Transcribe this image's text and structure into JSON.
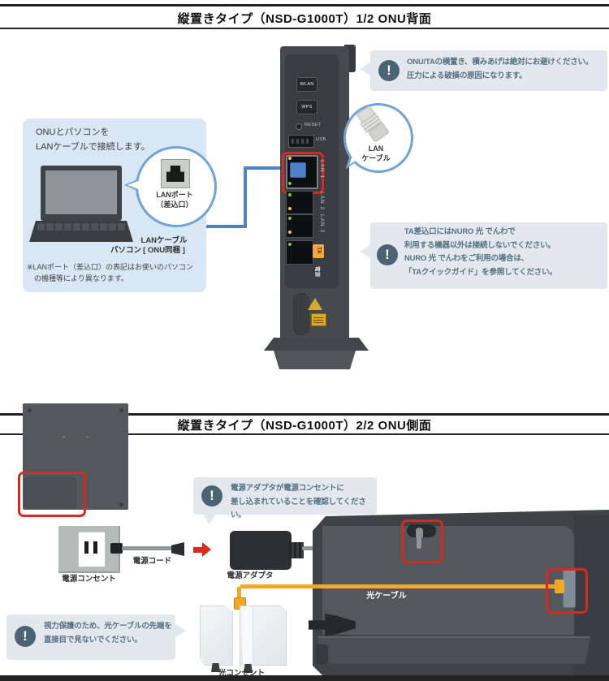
{
  "common": {
    "warning_icon_glyph": "!"
  },
  "section1": {
    "title": "縦置きタイプ（NSD-G1000T）1/2 ONU背面",
    "stack_warning": "ONU/TAの横置き、積みあげは絶対にお避けください。\n圧力による破損の原因になります。",
    "ta_warning": "TA差込口にはNURO 光 でんわで\n利用する機器以外は接続しないでください。\nNURO 光 でんわをご利用の場合は、\n「TAクイックガイド」を参照してください。",
    "connect_guide": {
      "instruction": "ONUとパソコンを\nLANケーブルで接続します。",
      "lan_port_badge": "LANポート\n（差込口）",
      "pc_label": "パソコン",
      "cable_label": "LANケーブル\n[ ONU同梱 ]",
      "note": "※LANポート（差込口）の表記はお使いのパソコン\n　の機種等により異なります。"
    },
    "lan_cable_badge": "LAN\nケーブル",
    "device_back": {
      "wlan_button": "WLAN",
      "wps_button": "WPS",
      "reset_label": "RESET",
      "usb_label": "USB",
      "lan1_label": "LAN 1",
      "lan2_label": "LAN 2",
      "lan3_label": "LAN 3",
      "ta_label": "TA",
      "power_label": "電源"
    }
  },
  "section2": {
    "title": "縦置きタイプ（NSD-G1000T）2/2 ONU側面",
    "power_warning": "電源アダプタが電源コンセントに\n差し込まれていることを確認してください。",
    "eye_warning": "視力保護のため、光ケーブルの先端を\n直接目で見ないでください。",
    "outlet_label": "電源コンセント",
    "cord_label": "電源コード",
    "adapter_label": "電源アダプタ",
    "optical_cable_label": "光ケーブル",
    "optical_outlet_label": "光コンセント"
  },
  "colors": {
    "accent_blue": "#4f81c7",
    "circle_border_blue": "#6fa3d9",
    "highlight_red": "#d42a20",
    "optical_orange": "#f4a626",
    "note_bg": "#e2e8ee",
    "note_icon": "#4c6374",
    "note_text": "#567082",
    "guide_box_bg": "#d9e7f4",
    "device_grey": "#46494e"
  }
}
